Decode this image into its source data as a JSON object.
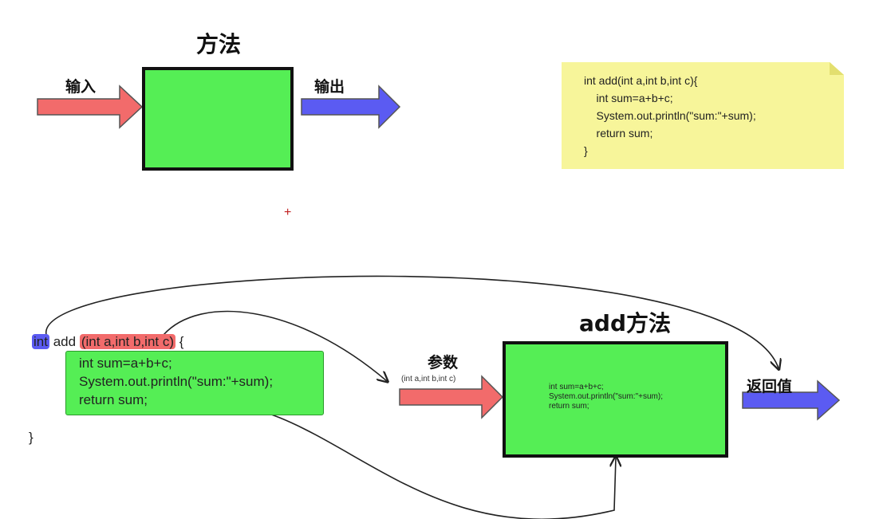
{
  "top": {
    "title": "方法",
    "input_label": "输入",
    "output_label": "输出"
  },
  "note": {
    "lines": [
      "int add(int a,int b,int c){",
      "    int sum=a+b+c;",
      "    System.out.println(\"sum:\"+sum);",
      "    return sum;",
      "}"
    ]
  },
  "cursor_symbol": "+",
  "bottom": {
    "signature": {
      "return_type": "int",
      "name": "add",
      "params": "(int a,int b,int c)",
      "open_brace": "{"
    },
    "body_lines": [
      "int sum=a+b+c;",
      "System.out.println(\"sum:\"+sum);",
      "return sum;"
    ],
    "close_brace": "}",
    "params_label": "参数",
    "params_caption": "(int a,int b,int c)",
    "box_title": "add方法",
    "box_code": [
      "int sum=a+b+c;",
      "System.out.println(\"sum:\"+sum);",
      "return sum;"
    ],
    "return_label": "返回值"
  },
  "colors": {
    "green": "#55ee55",
    "input_arrow": "#f26b6b",
    "output_arrow": "#5b5bf2",
    "note": "#f7f59a",
    "cube": "#e08a1e"
  }
}
